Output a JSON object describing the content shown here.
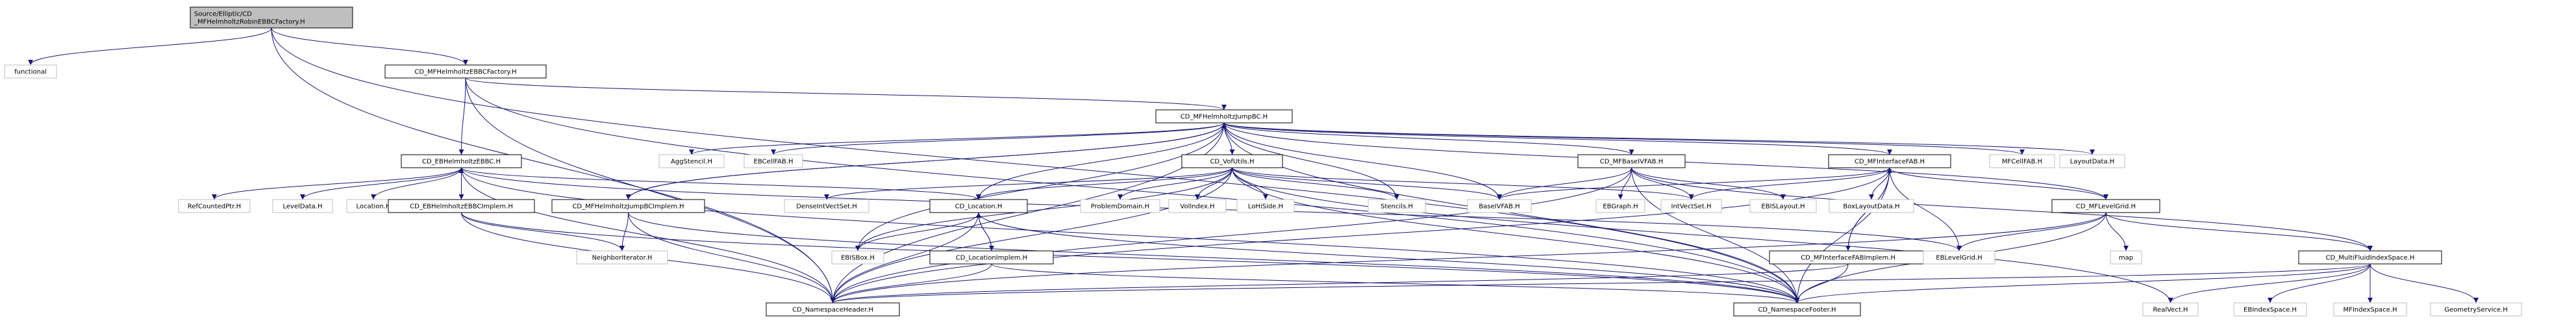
{
  "graph": {
    "nodes": [
      {
        "id": "root",
        "kind": "root",
        "lines": [
          "Source/Elliptic/CD",
          "_MFHelmholtzRobinEBBCFactory.H"
        ]
      },
      {
        "id": "functional",
        "kind": "ext",
        "lines": [
          "functional"
        ]
      },
      {
        "id": "ebbcfactory",
        "kind": "doc",
        "lines": [
          "CD_MFHelmholtzEBBCFactory.H"
        ]
      },
      {
        "id": "jumpbc",
        "kind": "doc",
        "lines": [
          "CD_MFHelmholtzJumpBC.H"
        ]
      },
      {
        "id": "ebhelmebbc",
        "kind": "doc",
        "lines": [
          "CD_EBHelmholtzEBBC.H"
        ]
      },
      {
        "id": "aggstencil",
        "kind": "ext",
        "lines": [
          "AggStencil.H"
        ]
      },
      {
        "id": "ebcellfab",
        "kind": "ext",
        "lines": [
          "EBCellFAB.H"
        ]
      },
      {
        "id": "vofutils",
        "kind": "doc",
        "lines": [
          "CD_VofUtils.H"
        ]
      },
      {
        "id": "mfbaseivfab",
        "kind": "doc",
        "lines": [
          "CD_MFBaseIVFAB.H"
        ]
      },
      {
        "id": "mfinterfacefab",
        "kind": "doc",
        "lines": [
          "CD_MFInterfaceFAB.H"
        ]
      },
      {
        "id": "mfcellfab",
        "kind": "ext",
        "lines": [
          "MFCellFAB.H"
        ]
      },
      {
        "id": "layoutdata",
        "kind": "ext",
        "lines": [
          "LayoutData.H"
        ]
      },
      {
        "id": "refcountedptr",
        "kind": "ext",
        "lines": [
          "RefCountedPtr.H"
        ]
      },
      {
        "id": "leveldata",
        "kind": "ext",
        "lines": [
          "LevelData.H"
        ]
      },
      {
        "id": "locationh",
        "kind": "ext",
        "lines": [
          "Location.H"
        ]
      },
      {
        "id": "ebhelmebbcimpl",
        "kind": "doc",
        "lines": [
          "CD_EBHelmholtzEBBCImplem.H"
        ]
      },
      {
        "id": "jumpbcimpl",
        "kind": "doc",
        "lines": [
          "CD_MFHelmholtzJumpBCImplem.H"
        ]
      },
      {
        "id": "densevect",
        "kind": "ext",
        "lines": [
          "DenseIntVectSet.H"
        ]
      },
      {
        "id": "location",
        "kind": "doc",
        "lines": [
          "CD_Location.H"
        ]
      },
      {
        "id": "problemdomain",
        "kind": "ext",
        "lines": [
          "ProblemDomain.H"
        ]
      },
      {
        "id": "volindex",
        "kind": "ext",
        "lines": [
          "VolIndex.H"
        ]
      },
      {
        "id": "loside",
        "kind": "ext",
        "lines": [
          "LoHiSide.H"
        ]
      },
      {
        "id": "stencils",
        "kind": "ext",
        "lines": [
          "Stencils.H"
        ]
      },
      {
        "id": "baseivfab",
        "kind": "ext",
        "lines": [
          "BaseIVFAB.H"
        ]
      },
      {
        "id": "ebgraph",
        "kind": "ext",
        "lines": [
          "EBGraph.H"
        ]
      },
      {
        "id": "intvectset",
        "kind": "ext",
        "lines": [
          "IntVectSet.H"
        ]
      },
      {
        "id": "ebislayout",
        "kind": "ext",
        "lines": [
          "EBISLayout.H"
        ]
      },
      {
        "id": "boxlayoutdata",
        "kind": "ext",
        "lines": [
          "BoxLayoutData.H"
        ]
      },
      {
        "id": "mflevelgrid",
        "kind": "doc",
        "lines": [
          "CD_MFLevelGrid.H"
        ]
      },
      {
        "id": "neighboriter",
        "kind": "ext",
        "lines": [
          "NeighborIterator.H"
        ]
      },
      {
        "id": "ebisbox",
        "kind": "ext",
        "lines": [
          "EBISBox.H"
        ]
      },
      {
        "id": "locationimpl",
        "kind": "doc",
        "lines": [
          "CD_LocationImplem.H"
        ]
      },
      {
        "id": "mfinterfaceimpl",
        "kind": "doc",
        "lines": [
          "CD_MFInterfaceFABImplem.H"
        ]
      },
      {
        "id": "eblevelgrid",
        "kind": "ext",
        "lines": [
          "EBLevelGrid.H"
        ]
      },
      {
        "id": "map",
        "kind": "ext",
        "lines": [
          "map"
        ]
      },
      {
        "id": "multifluid",
        "kind": "doc",
        "lines": [
          "CD_MultiFluidIndexSpace.H"
        ]
      },
      {
        "id": "nsheader",
        "kind": "doc",
        "lines": [
          "CD_NamespaceHeader.H"
        ]
      },
      {
        "id": "nsfooter",
        "kind": "doc",
        "lines": [
          "CD_NamespaceFooter.H"
        ]
      },
      {
        "id": "realvect",
        "kind": "ext",
        "lines": [
          "RealVect.H"
        ]
      },
      {
        "id": "ebindexspace",
        "kind": "ext",
        "lines": [
          "EBIndexSpace.H"
        ]
      },
      {
        "id": "mfindexspace",
        "kind": "ext",
        "lines": [
          "MFIndexSpace.H"
        ]
      },
      {
        "id": "geometryservice",
        "kind": "ext",
        "lines": [
          "GeometryService.H"
        ]
      }
    ],
    "edges": [
      [
        "root",
        "functional"
      ],
      [
        "root",
        "ebbcfactory"
      ],
      [
        "root",
        "nsheader"
      ],
      [
        "root",
        "nsfooter"
      ],
      [
        "ebbcfactory",
        "jumpbc"
      ],
      [
        "ebbcfactory",
        "ebhelmebbc"
      ],
      [
        "ebbcfactory",
        "nsheader"
      ],
      [
        "ebbcfactory",
        "nsfooter"
      ],
      [
        "jumpbc",
        "aggstencil"
      ],
      [
        "jumpbc",
        "ebcellfab"
      ],
      [
        "jumpbc",
        "vofutils"
      ],
      [
        "jumpbc",
        "mfbaseivfab"
      ],
      [
        "jumpbc",
        "mfinterfacefab"
      ],
      [
        "jumpbc",
        "mfcellfab"
      ],
      [
        "jumpbc",
        "layoutdata"
      ],
      [
        "jumpbc",
        "jumpbcimpl"
      ],
      [
        "jumpbc",
        "location"
      ],
      [
        "jumpbc",
        "stencils"
      ],
      [
        "jumpbc",
        "baseivfab"
      ],
      [
        "jumpbc",
        "mflevelgrid"
      ],
      [
        "jumpbc",
        "ebisbox"
      ],
      [
        "jumpbc",
        "nsheader"
      ],
      [
        "jumpbc",
        "nsfooter"
      ],
      [
        "ebhelmebbc",
        "refcountedptr"
      ],
      [
        "ebhelmebbc",
        "leveldata"
      ],
      [
        "ebhelmebbc",
        "locationh"
      ],
      [
        "ebhelmebbc",
        "ebhelmebbcimpl"
      ],
      [
        "ebhelmebbc",
        "location"
      ],
      [
        "ebhelmebbc",
        "eblevelgrid"
      ],
      [
        "ebhelmebbc",
        "nsheader"
      ],
      [
        "ebhelmebbc",
        "nsfooter"
      ],
      [
        "ebhelmebbcimpl",
        "ebhelmebbc"
      ],
      [
        "ebhelmebbcimpl",
        "neighboriter"
      ],
      [
        "ebhelmebbcimpl",
        "nsheader"
      ],
      [
        "ebhelmebbcimpl",
        "nsfooter"
      ],
      [
        "jumpbcimpl",
        "jumpbc"
      ],
      [
        "jumpbcimpl",
        "neighboriter"
      ],
      [
        "jumpbcimpl",
        "nsheader"
      ],
      [
        "jumpbcimpl",
        "nsfooter"
      ],
      [
        "vofutils",
        "densevect"
      ],
      [
        "vofutils",
        "location"
      ],
      [
        "vofutils",
        "problemdomain"
      ],
      [
        "vofutils",
        "volindex"
      ],
      [
        "vofutils",
        "loside"
      ],
      [
        "vofutils",
        "stencils"
      ],
      [
        "vofutils",
        "baseivfab"
      ],
      [
        "vofutils",
        "intvectset"
      ],
      [
        "vofutils",
        "ebisbox"
      ],
      [
        "vofutils",
        "realvect"
      ],
      [
        "vofutils",
        "nsheader"
      ],
      [
        "vofutils",
        "nsfooter"
      ],
      [
        "location",
        "ebisbox"
      ],
      [
        "location",
        "locationimpl"
      ],
      [
        "location",
        "nsheader"
      ],
      [
        "location",
        "nsfooter"
      ],
      [
        "locationimpl",
        "location"
      ],
      [
        "locationimpl",
        "nsheader"
      ],
      [
        "locationimpl",
        "nsfooter"
      ],
      [
        "mfbaseivfab",
        "baseivfab"
      ],
      [
        "mfbaseivfab",
        "ebgraph"
      ],
      [
        "mfbaseivfab",
        "intvectset"
      ],
      [
        "mfbaseivfab",
        "ebislayout"
      ],
      [
        "mfbaseivfab",
        "multifluid"
      ],
      [
        "mfbaseivfab",
        "nsheader"
      ],
      [
        "mfbaseivfab",
        "nsfooter"
      ],
      [
        "mfinterfacefab",
        "baseivfab"
      ],
      [
        "mfinterfacefab",
        "intvectset"
      ],
      [
        "mfinterfacefab",
        "boxlayoutdata"
      ],
      [
        "mfinterfacefab",
        "mflevelgrid"
      ],
      [
        "mfinterfacefab",
        "mfinterfaceimpl"
      ],
      [
        "mfinterfacefab",
        "eblevelgrid"
      ],
      [
        "mfinterfacefab",
        "nsheader"
      ],
      [
        "mfinterfacefab",
        "nsfooter"
      ],
      [
        "mfinterfaceimpl",
        "mfinterfacefab"
      ],
      [
        "mfinterfaceimpl",
        "nsheader"
      ],
      [
        "mfinterfaceimpl",
        "nsfooter"
      ],
      [
        "mflevelgrid",
        "eblevelgrid"
      ],
      [
        "mflevelgrid",
        "map"
      ],
      [
        "mflevelgrid",
        "multifluid"
      ],
      [
        "mflevelgrid",
        "nsheader"
      ],
      [
        "mflevelgrid",
        "nsfooter"
      ],
      [
        "multifluid",
        "realvect"
      ],
      [
        "multifluid",
        "ebindexspace"
      ],
      [
        "multifluid",
        "mfindexspace"
      ],
      [
        "multifluid",
        "geometryservice"
      ],
      [
        "multifluid",
        "nsheader"
      ],
      [
        "multifluid",
        "nsfooter"
      ]
    ]
  }
}
